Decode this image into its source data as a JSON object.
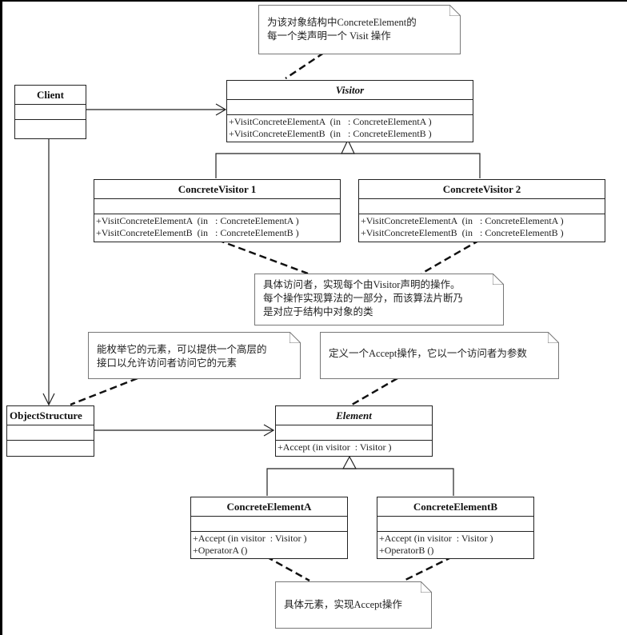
{
  "diagram": {
    "type": "UML class diagram",
    "classes": {
      "client": {
        "name": "Client",
        "abstract": false,
        "operations": []
      },
      "visitor": {
        "name": "Visitor",
        "abstract": true,
        "operations": [
          "+VisitConcreteElementA  (in   : ConcreteElementA )",
          "+VisitConcreteElementB  (in   : ConcreteElementB )"
        ]
      },
      "concrete_visitor_1": {
        "name": "ConcreteVisitor 1",
        "abstract": false,
        "operations": [
          "+VisitConcreteElementA  (in   : ConcreteElementA )",
          "+VisitConcreteElementB  (in   : ConcreteElementB )"
        ]
      },
      "concrete_visitor_2": {
        "name": "ConcreteVisitor 2",
        "abstract": false,
        "operations": [
          "+VisitConcreteElementA  (in   : ConcreteElementA )",
          "+VisitConcreteElementB  (in   : ConcreteElementB )"
        ]
      },
      "object_structure": {
        "name": "ObjectStructure",
        "abstract": false,
        "operations": []
      },
      "element": {
        "name": "Element",
        "abstract": true,
        "operations": [
          "+Accept (in visitor  : Visitor )"
        ]
      },
      "concrete_element_a": {
        "name": "ConcreteElementA",
        "abstract": false,
        "operations": [
          "+Accept (in visitor  : Visitor )",
          "+OperatorA ()"
        ]
      },
      "concrete_element_b": {
        "name": "ConcreteElementB",
        "abstract": false,
        "operations": [
          "+Accept (in visitor  : Visitor )",
          "+OperatorB ()"
        ]
      }
    },
    "notes": {
      "visitor_note": [
        "为该对象结构中ConcreteElement的",
        "每一个类声明一个 Visit 操作"
      ],
      "concrete_visitor_note": [
        "具体访问者，实现每个由Visitor声明的操作。",
        "每个操作实现算法的一部分，而该算法片断乃",
        "是对应于结构中对象的类"
      ],
      "object_structure_note": [
        "能枚举它的元素，可以提供一个高层的",
        "接口以允许访问者访问它的元素"
      ],
      "element_note": [
        "定义一个Accept操作，它以一个访问者为参数"
      ],
      "concrete_element_note": [
        "具体元素，实现Accept操作"
      ]
    },
    "relations": [
      {
        "type": "association",
        "from": "Client",
        "to": "Visitor"
      },
      {
        "type": "association",
        "from": "Client",
        "to": "ObjectStructure"
      },
      {
        "type": "association",
        "from": "ObjectStructure",
        "to": "Element"
      },
      {
        "type": "generalization",
        "from": "ConcreteVisitor 1",
        "to": "Visitor"
      },
      {
        "type": "generalization",
        "from": "ConcreteVisitor 2",
        "to": "Visitor"
      },
      {
        "type": "generalization",
        "from": "ConcreteElementA",
        "to": "Element"
      },
      {
        "type": "generalization",
        "from": "ConcreteElementB",
        "to": "Element"
      }
    ],
    "colors": {
      "line": "#222222",
      "note_border": "#777777",
      "background": "#ffffff",
      "frame": "#000000"
    }
  }
}
